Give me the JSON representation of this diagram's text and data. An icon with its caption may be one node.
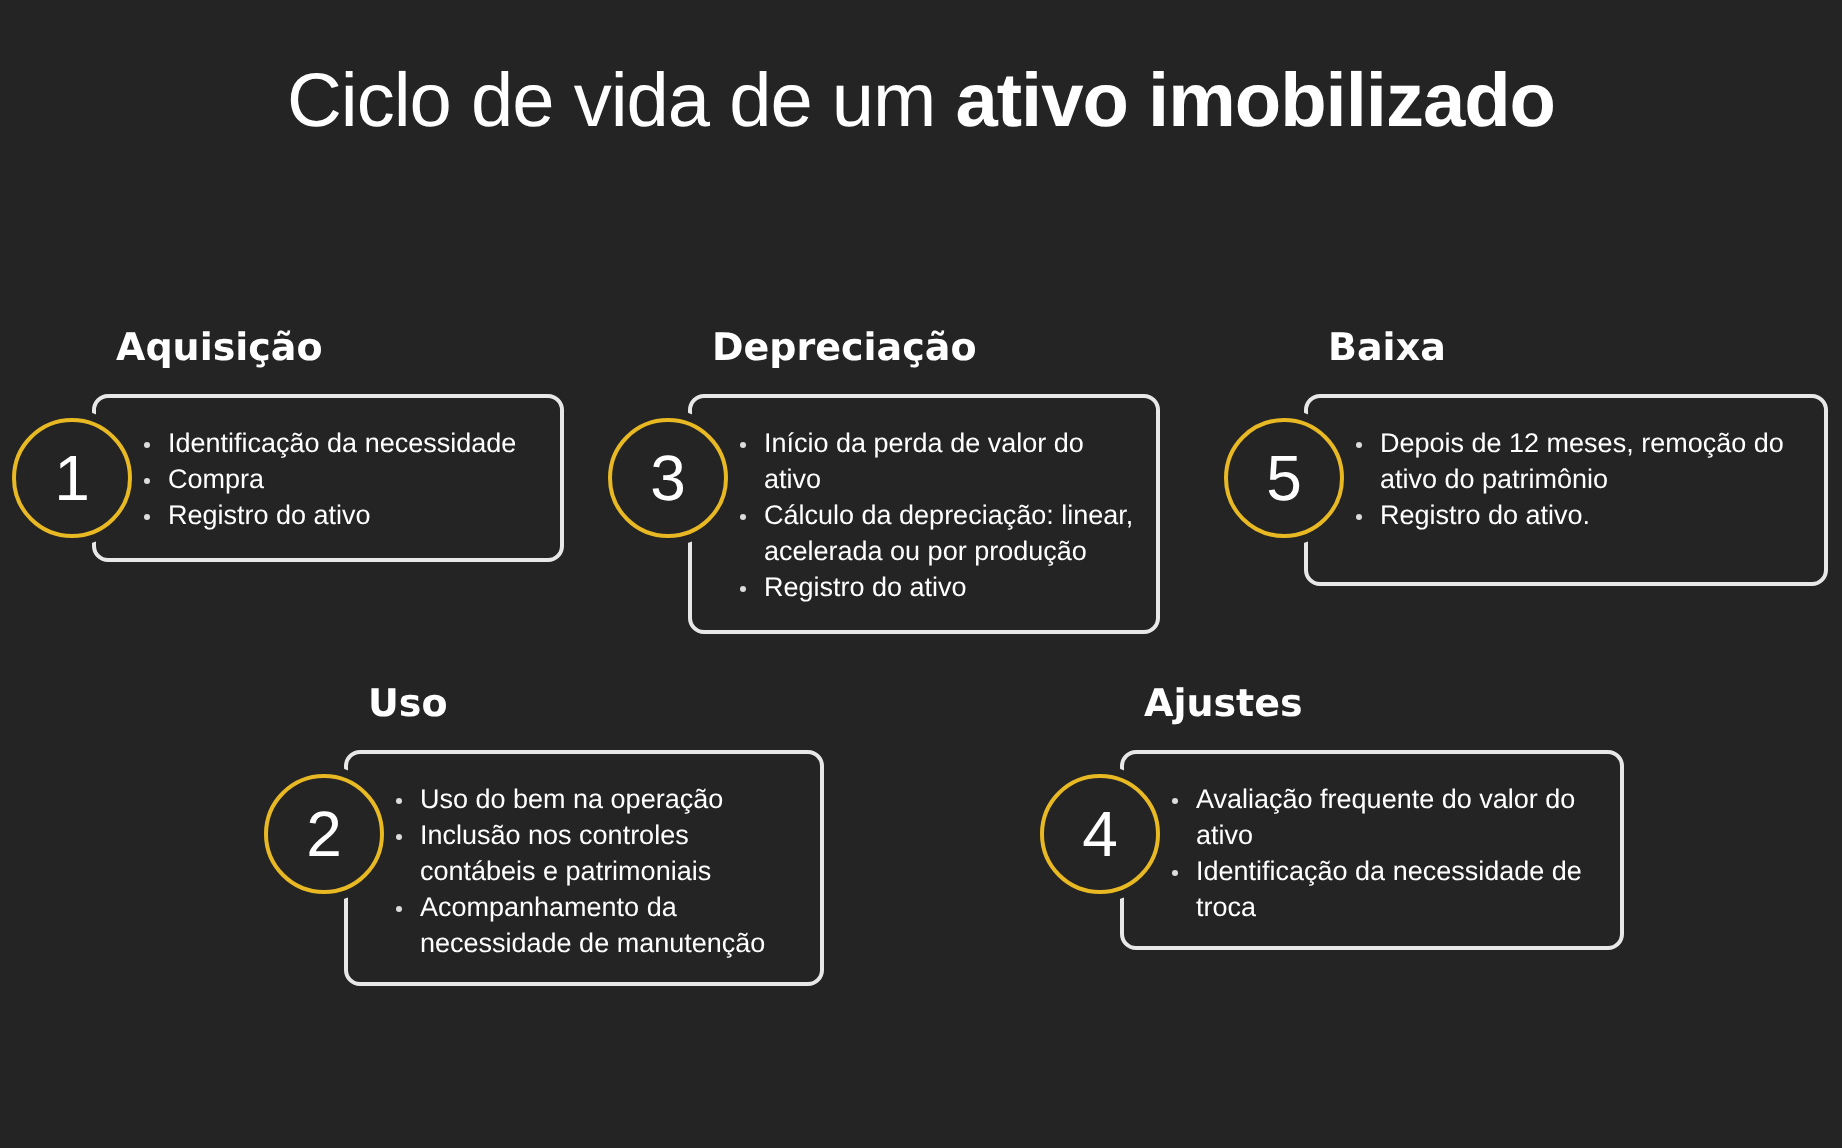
{
  "diagram": {
    "title": "Ciclo de vida de um **ativo imobilizado**",
    "nodes": [
      {
        "text": [
          "1"
        ]
      },
      {
        "text": [
          "Aquisição",
          "Identificação da necessidade",
          "Compra",
          "Registro do ativo"
        ]
      },
      {
        "text": [
          "3"
        ]
      },
      {
        "text": [
          "Depreciação",
          "Início da perda de valor do ativo",
          "Cálculo da depreciação: linear, acelerada ou por produção",
          "Registro do ativo"
        ]
      },
      {
        "text": [
          "5"
        ]
      },
      {
        "text": [
          "Baixa",
          "Depois de 12 meses, remoção do ativo do patrimônio",
          "Registro do ativo."
        ]
      },
      {
        "text": [
          "2"
        ]
      },
      {
        "text": [
          "Uso",
          "Uso do bem na operação",
          "Inclusão nos controles contábeis e patrimoniais",
          "Acompanhamento da necessidade de manutenção"
        ]
      },
      {
        "text": [
          "4"
        ]
      },
      {
        "text": [
          "Ajustes",
          "Avaliação frequente do valor do ativo",
          "Identificação da necessidade de troca"
        ]
      }
    ],
    "edges": []
  }
}
